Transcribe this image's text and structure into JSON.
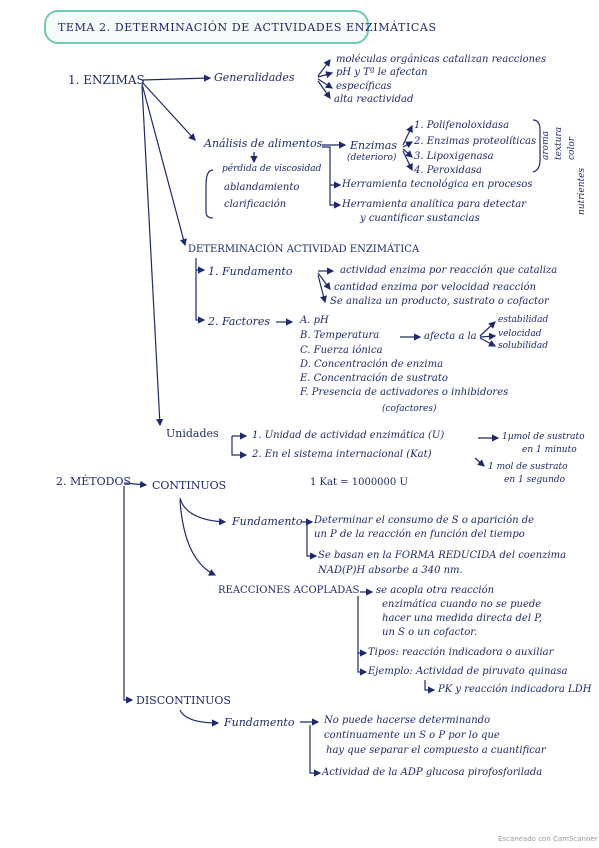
{
  "title": "TEMA 2. DETERMINACIÓN DE ACTIVIDADES ENZIMÁTICAS",
  "footer": "Escaneado con CamScanner",
  "enzimas": {
    "heading": "1. ENZIMAS",
    "generalidades": {
      "label": "Generalidades",
      "items": [
        "moléculas orgánicas catalizan reacciones",
        "pH y Tª le afectan",
        "específicas",
        "alta reactividad"
      ]
    },
    "analisis": {
      "label": "Análisis de alimentos",
      "effects": [
        "pérdida de viscosidad",
        "ablandamiento",
        "clarificación"
      ],
      "enzimas_label": "Enzimas",
      "enzimas_sub": "(deterioro)",
      "enzyme_list": [
        "1. Polifenoloxidasa",
        "2. Enzimas proteolíticas",
        "3. Lipoxigenasa",
        "4. Peroxidasa"
      ],
      "side_labels": [
        "aroma",
        "textura",
        "color",
        "nutrientes"
      ],
      "tools": [
        "Herramienta tecnológica en procesos",
        "Herramienta analítica para detectar",
        "y cuantificar sustancias"
      ]
    },
    "determinacion": {
      "heading": "DETERMINACIÓN ACTIVIDAD ENZIMÁTICA",
      "fundamento_label": "1. Fundamento",
      "fundamento_items": [
        "actividad enzima por reacción que cataliza",
        "cantidad enzima por velocidad reacción",
        "Se analiza un producto, sustrato o cofactor"
      ],
      "factores_label": "2. Factores",
      "factores_items": [
        "A. pH",
        "B. Temperatura",
        "C. Fuerza iónica",
        "D. Concentración de enzima",
        "E. Concentración de sustrato",
        "F. Presencia de activadores o inhibidores"
      ],
      "afecta": "afecta a la",
      "afecta_items": [
        "estabilidad",
        "velocidad",
        "solubilidad"
      ],
      "cofactores": "(cofactores)"
    },
    "unidades": {
      "label": "Unidades",
      "u1": "1. Unidad de actividad enzimática (U)",
      "u1_result": "1µmol de sustrato",
      "u1_result2": "en 1 minuto",
      "u2": "2. En el sistema internacional (Kat)",
      "u2_result": "1 mol de sustrato",
      "u2_result2": "en 1 segundo",
      "equivalence": "1 Kat = 1000000 U"
    }
  },
  "metodos": {
    "heading": "2. MÉTODOS",
    "continuos": {
      "label": "CONTINUOS",
      "fundamento_label": "Fundamento",
      "fundamento_lines": [
        "Determinar el consumo de S o aparición de",
        "un P de la reacción en función del tiempo",
        "Se basan en la FORMA REDUCIDA del coenzima",
        "NAD(P)H absorbe a 340 nm."
      ],
      "acopladas_label": "REACCIONES ACOPLADAS",
      "acopladas_lines": [
        "se acopla otra reacción",
        "enzimática cuando no se puede",
        "hacer una medida directa del P,",
        "un S o un cofactor."
      ],
      "tipos": "Tipos: reacción indicadora o auxiliar",
      "ejemplo": "Ejemplo: Actividad de piruvato quinasa",
      "ejemplo2": "PK y reacción indicadora LDH"
    },
    "discontinuos": {
      "label": "DISCONTINUOS",
      "fundamento_label": "Fundamento",
      "lines": [
        "No puede hacerse determinando",
        "continuamente un S o P por lo que",
        "hay que separar el compuesto a cuantificar",
        "Actividad de la ADP glucosa pirofosforilada"
      ]
    }
  }
}
